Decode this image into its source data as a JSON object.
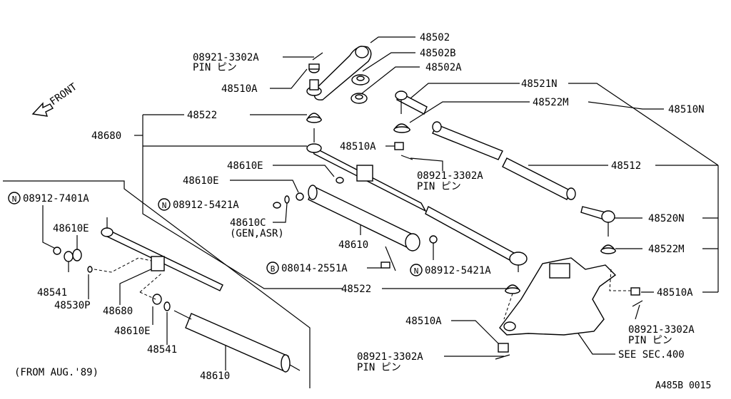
{
  "labels": {
    "l48502": "48502",
    "l48502B": "48502B",
    "l48502A": "48502A",
    "pin_top_num": "08921-3302A",
    "pin_top_txt": "PIN ピン",
    "l48510A_top": "48510A",
    "front": "FRONT",
    "l48522_top": "48522",
    "l48680": "48680",
    "l48521N": "48521N",
    "l48522M_top": "48522M",
    "l48510N": "48510N",
    "l48510A_mid": "48510A",
    "pin_mid_num": "08921-3302A",
    "pin_mid_txt": "PIN ピン",
    "l48512": "48512",
    "l48610E_a": "48610E",
    "l48610E_b": "48610E",
    "n_7401A": "08912-7401A",
    "n_5421A_left": "08912-5421A",
    "l48610C": "48610C",
    "l48610C_sub": "(GEN,ASR)",
    "l48520N": "48520N",
    "l48610_mid": "48610",
    "l48610E_c": "48610E",
    "l48522M_low": "48522M",
    "b_2551A": "08014-2551A",
    "n_5421A_right": "08912-5421A",
    "l48541_a": "48541",
    "l48530P": "48530P",
    "l48680_low": "48680",
    "l48522_low": "48522",
    "l48510A_right": "48510A",
    "l48610E_d": "48610E",
    "l48510A_low": "48510A",
    "l48541_b": "48541",
    "pin_right_num": "08921-3302A",
    "pin_right_txt": "PIN ピン",
    "pin_low_num": "08921-3302A",
    "pin_low_txt": "PIN ピン",
    "see_sec": "SEE SEC.400",
    "from_aug": "(FROM AUG.'89)",
    "l48610_low": "48610",
    "diagram_code": "A485B 0015",
    "circle_N": "N",
    "circle_B": "B"
  }
}
